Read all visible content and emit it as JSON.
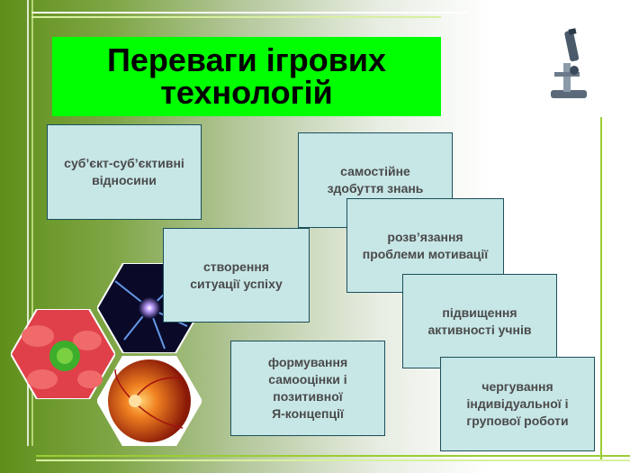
{
  "title": "Переваги ігрових\nтехнологій",
  "cards": [
    {
      "text": "суб’єкт-суб’єктивні\nвідносини"
    },
    {
      "text": "самостійне\nздобуття знань"
    },
    {
      "text": "створення\nситуації успіху"
    },
    {
      "text": "розв’язання\nпроблеми мотивації"
    },
    {
      "text": "підвищення\nактивності учнів"
    },
    {
      "text": "формування\nсамооцінки і\nпозитивної\nЯ-концепції"
    },
    {
      "text": "чергування\nіндивідуальної і\nгрупової роботи"
    }
  ],
  "icons": {
    "microscope": "microscope-icon",
    "blood_cells": "blood-cells-icon",
    "neuron": "neuron-icon",
    "retina": "retina-icon"
  },
  "colors": {
    "title_bg": "#00ff00",
    "card_bg": "#c7e6e6",
    "card_border": "#1b4f5a",
    "card_text": "#4a4a4a"
  }
}
